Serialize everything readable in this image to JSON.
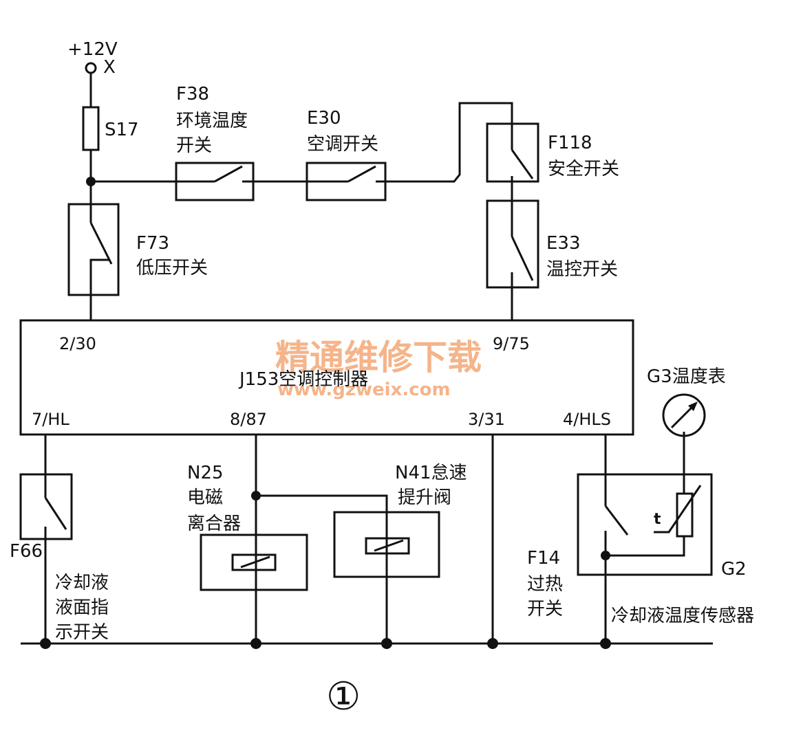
{
  "supply": {
    "voltage": "+12V",
    "terminal": "X"
  },
  "fuse": {
    "label": "S17"
  },
  "controller": {
    "title": "J153空调控制器",
    "pins": {
      "p2_30": "2/30",
      "p9_75": "9/75",
      "p7_hl": "7/HL",
      "p8_87": "8/87",
      "p3_31": "3/31",
      "p4_hls": "4/HLS"
    }
  },
  "components": {
    "f38": {
      "code": "F38",
      "line1": "环境温度",
      "line2": "开关"
    },
    "e30": {
      "code": "E30",
      "line1": "空调开关"
    },
    "f118": {
      "code": "F118",
      "line1": "安全开关"
    },
    "f73": {
      "code": "F73",
      "line1": "低压开关"
    },
    "e33": {
      "code": "E33",
      "line1": "温控开关"
    },
    "n25": {
      "code": "N25",
      "line1": "电磁",
      "line2": "离合器"
    },
    "n41": {
      "line1": "N41怠速",
      "line2": "提升阀"
    },
    "f66": {
      "code": "F66",
      "line1": "冷却液",
      "line2": "液面指",
      "line3": "示开关"
    },
    "f14": {
      "code": "F14",
      "line1": "过热",
      "line2": "开关"
    },
    "g2": {
      "code": "G2",
      "desc": "冷却液温度传感器",
      "t": "t"
    },
    "g3": {
      "label": "G3温度表"
    }
  },
  "figure_number": "①",
  "watermark": {
    "text": "精通维修下载",
    "url": "www.gzweix.com",
    "color": "#f5b48a"
  },
  "colors": {
    "line": "#111111",
    "background": "#ffffff"
  }
}
